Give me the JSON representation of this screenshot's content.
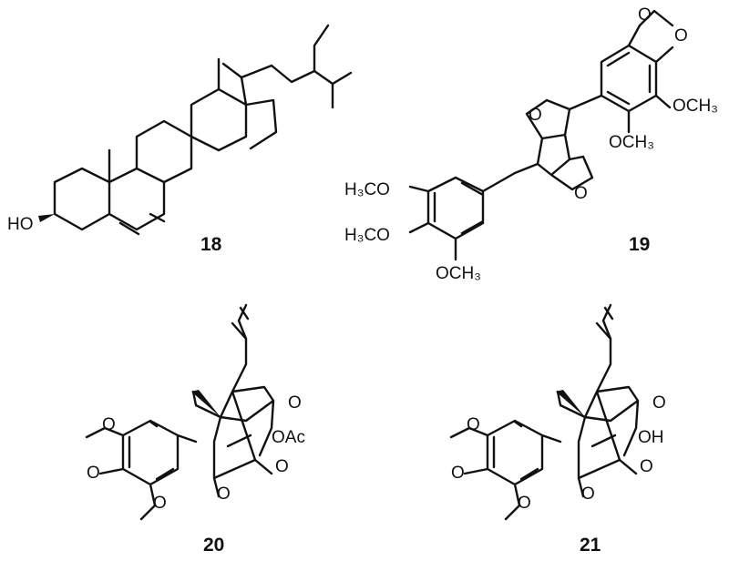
{
  "compounds": [
    {
      "number": "18",
      "labels": {
        "ho": "HO"
      }
    },
    {
      "number": "19",
      "labels": {
        "h3co_top": "H₃CO",
        "h3co_mid": "H₃CO",
        "och3_bottom": "OCH₃",
        "och3_right": "OCH₃",
        "och3_low": "OCH₃",
        "ring_o_upper": "O",
        "ring_o_lower": "O",
        "diox_o1": "O",
        "diox_o2": "O"
      }
    },
    {
      "number": "20",
      "labels": {
        "ome1": "O",
        "ome2": "O",
        "ome3": "O",
        "enol_o": "O",
        "oac": "OAc",
        "keto_o": "O",
        "bridge_o": "O"
      }
    },
    {
      "number": "21",
      "labels": {
        "ome1": "O",
        "ome2": "O",
        "ome3": "O",
        "enol_o": "O",
        "oh": "OH",
        "keto_o": "O",
        "bridge_o": "O"
      }
    }
  ]
}
